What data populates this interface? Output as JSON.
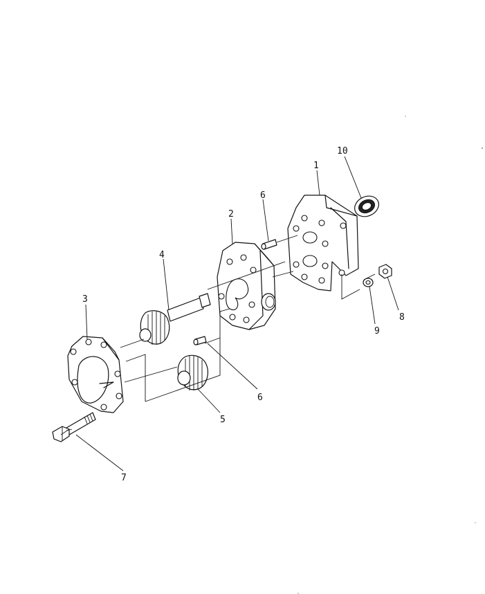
{
  "diagram": {
    "callouts": [
      {
        "id": "1",
        "label": "1"
      },
      {
        "id": "2",
        "label": "2"
      },
      {
        "id": "3",
        "label": "3"
      },
      {
        "id": "4",
        "label": "4"
      },
      {
        "id": "5",
        "label": "5"
      },
      {
        "id": "6a",
        "label": "6"
      },
      {
        "id": "6b",
        "label": "6"
      },
      {
        "id": "7",
        "label": "7"
      },
      {
        "id": "8",
        "label": "8"
      },
      {
        "id": "9",
        "label": "9"
      },
      {
        "id": "10",
        "label": "10"
      }
    ]
  }
}
